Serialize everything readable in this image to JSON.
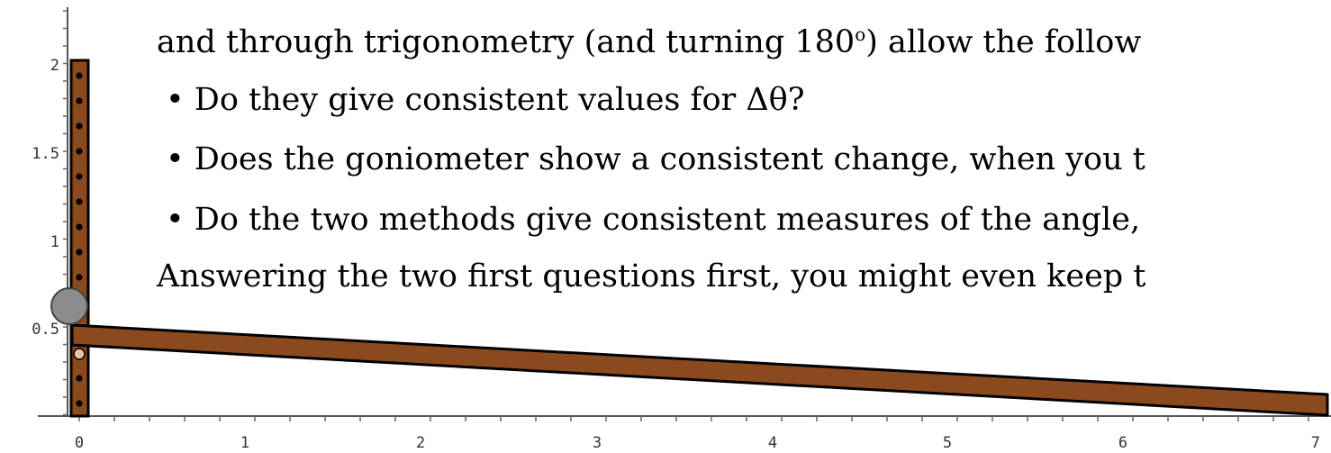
{
  "text": {
    "line_top_partial": "and through trigonometry (and turning 180",
    "degree_sup": "o",
    "line_top_end": ") allow the follow",
    "bullets": [
      "Do they give consistent values for Δθ?",
      "Does the goniometer show a consistent change, when you t",
      "Do the two methods give consistent measures of the angle,"
    ],
    "bullet_symbol": "•",
    "line_bottom": "Answering the two first questions first, you might even keep t"
  },
  "axes": {
    "x_ticks": [
      "0",
      "1",
      "2",
      "3",
      "4",
      "5",
      "6",
      "7"
    ],
    "y_ticks": [
      "0.5",
      "1",
      "1.5",
      "2"
    ]
  },
  "colors": {
    "stick": "#8b4a1e",
    "stick_outline": "#000000",
    "ball": "#8c8c8c",
    "peg": "#e8c39e"
  }
}
